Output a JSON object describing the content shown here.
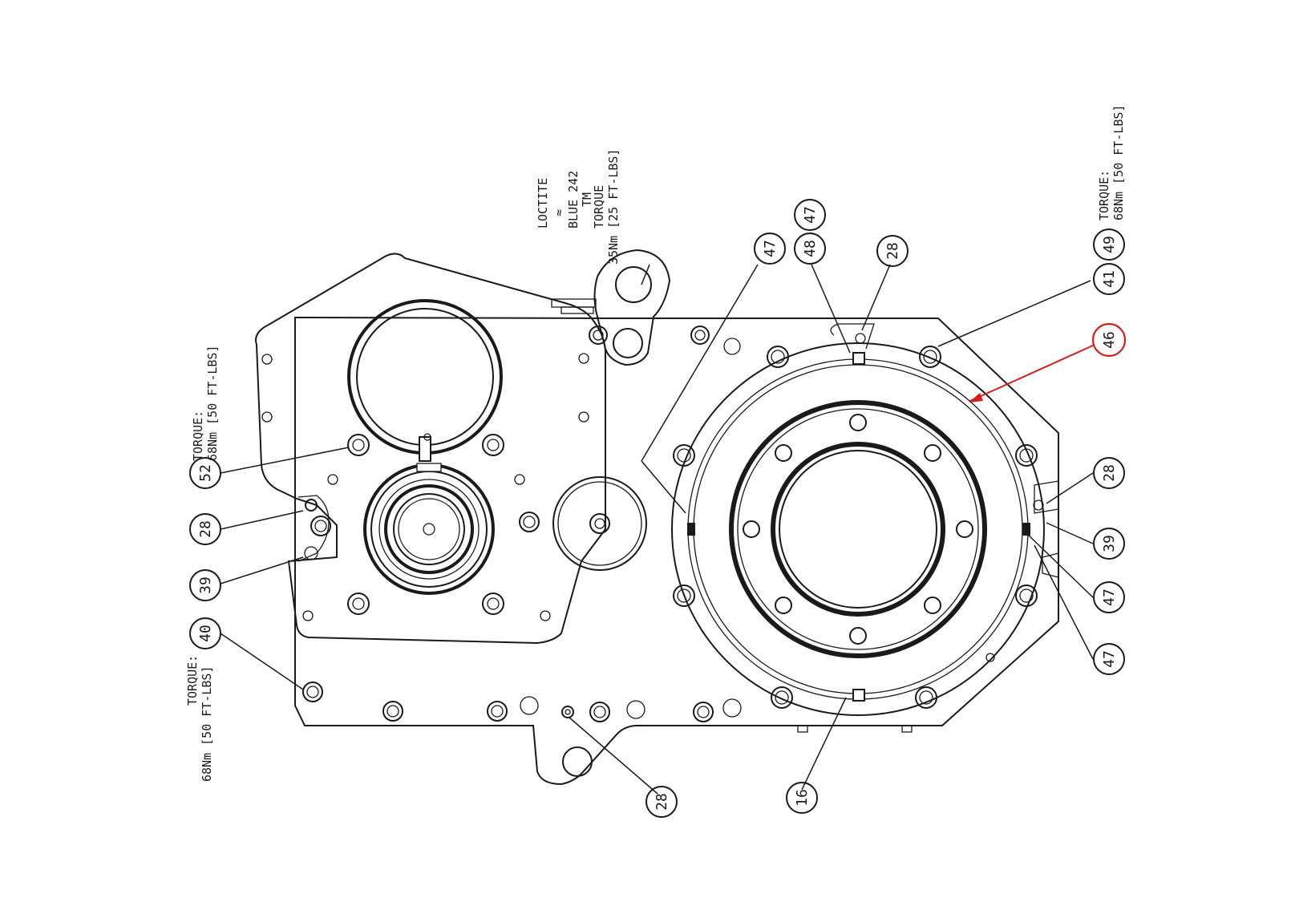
{
  "notes": {
    "loctite": "LOCTITE",
    "approx": "≈",
    "loctite_type": "BLUE 242",
    "tm": "TM",
    "torque": "TORQUE",
    "torque_35": "35Nm [25 FT-LBS]",
    "torque_top_right_1": "TORQUE:",
    "torque_top_right_2": "68Nm [50 FT-LBS]",
    "torque_left_top_1": "TORQUE:",
    "torque_left_top_2": "68Nm [50 FT-LBS]",
    "torque_left_bottom_1": "TORQUE:",
    "torque_left_bottom_2": "68Nm [50 FT-LBS]"
  },
  "callouts": {
    "c47_a": "47",
    "c48": "48",
    "c47_b": "47",
    "c28_top": "28",
    "c49": "49",
    "c41": "41",
    "c46": "46",
    "c28_right": "28",
    "c39_right": "39",
    "c47_right_a": "47",
    "c47_right_b": "47",
    "c52": "52",
    "c28_left": "28",
    "c39_left": "39",
    "c40": "40",
    "c28_bottom": "28",
    "c16": "16"
  },
  "colors": {
    "line": "#1a1a1a",
    "highlight": "#d91b1b"
  }
}
